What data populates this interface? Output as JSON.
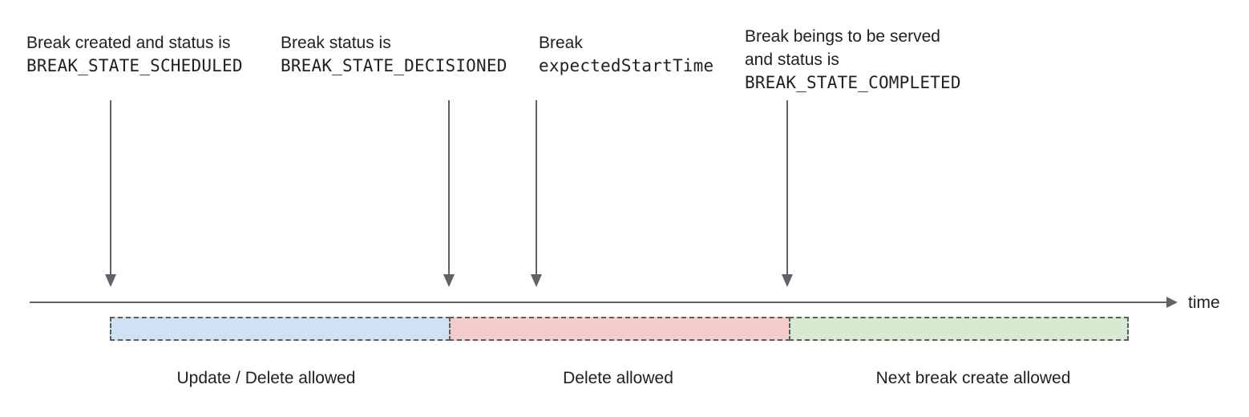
{
  "annotations": [
    {
      "line1": "Break created and status is",
      "line2": "BREAK_STATE_SCHEDULED"
    },
    {
      "line1": "Break status is",
      "line2": "BREAK_STATE_DECISIONED"
    },
    {
      "line1": "Break",
      "line2": "expectedStartTime"
    },
    {
      "line1": "Break beings to be served",
      "line2": "and status is",
      "line3": "BREAK_STATE_COMPLETED"
    }
  ],
  "timeline": {
    "axis_label": "time",
    "axis_color": "#5f6368",
    "segment_border_color": "#5a5e62"
  },
  "segments": [
    {
      "label": "Update / Delete allowed",
      "fill": "#cfe2f3"
    },
    {
      "label": "Delete allowed",
      "fill": "#f4cccc"
    },
    {
      "label": "Next break create allowed",
      "fill": "#d9ead3"
    }
  ]
}
